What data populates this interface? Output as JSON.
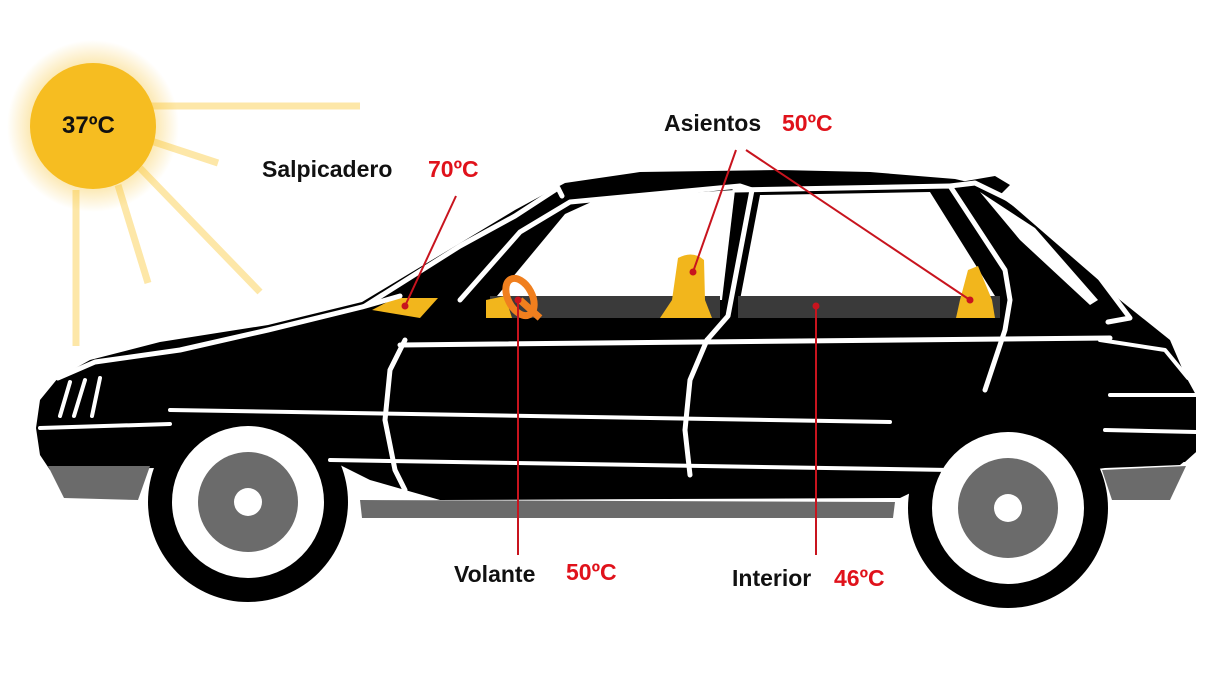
{
  "colors": {
    "car_body": "#000000",
    "outline": "#ffffff",
    "trim_gray": "#6b6b6b",
    "interior_yellow": "#f2b61c",
    "steering_orange": "#f07f1e",
    "sun": "#f6bd21",
    "sun_rays": "#fde7a8",
    "temperature_red": "#e0121b",
    "leader_line": "#c8141e",
    "label_text": "#111111",
    "sun_text": "#111111"
  },
  "sun": {
    "icon": "sun-icon",
    "temperature": "37ºC"
  },
  "car": {
    "icon": "hatchback-car-icon"
  },
  "labels": {
    "dashboard": {
      "name": "Salpicadero",
      "temperature": "70ºC"
    },
    "seats": {
      "name": "Asientos",
      "temperature": "50ºC"
    },
    "steering_wheel": {
      "name": "Volante",
      "temperature": "50ºC"
    },
    "interior": {
      "name": "Interior",
      "temperature": "46ºC"
    }
  }
}
